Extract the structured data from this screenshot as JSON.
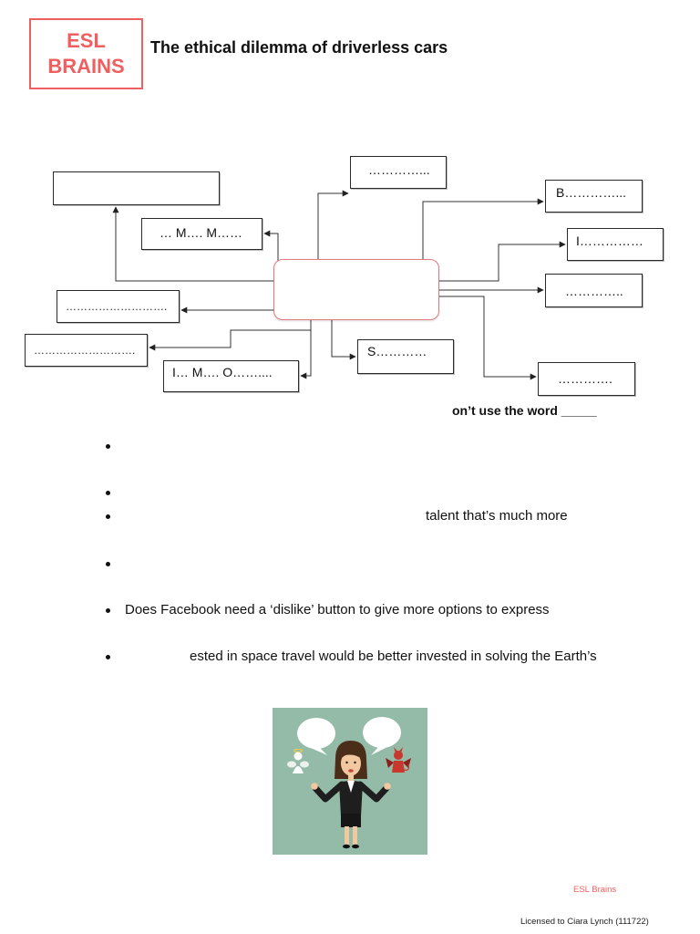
{
  "logo": {
    "line1": "ESL",
    "line2": "BRAINS"
  },
  "title": "The ethical dilemma of driverless cars",
  "mind_map": {
    "boxes": {
      "mm": "… M…. M……",
      "left_1": "……………………….",
      "left_2": "……………………….",
      "imo": "I… M…. O……....",
      "s": "S…………",
      "top": "…………...",
      "b": "B…………...",
      "i": "I……………",
      "right_1": "…………..",
      "right_2": "…………."
    }
  },
  "instruction": "on’t use the word _____",
  "bullets": [
    {
      "text": ""
    },
    {
      "text": ""
    },
    {
      "text": "talent that’s much more"
    },
    {
      "text": ""
    },
    {
      "text": "Does Facebook need a ‘dislike’ button to give more options to express"
    },
    {
      "text": "ested in space travel would be better invested in solving the Earth’s"
    }
  ],
  "illustration": {
    "icons": [
      "speech-bubble-icon",
      "speech-bubble-icon",
      "angel-icon",
      "devil-icon",
      "woman-figure"
    ]
  },
  "footer": {
    "brand": "ESL Brains",
    "license": "Licensed to Ciara Lynch (111722)"
  },
  "colors": {
    "brand_red": "#ef5f5f",
    "center_border": "#e27a80",
    "illustration_bg": "#93bba8"
  }
}
